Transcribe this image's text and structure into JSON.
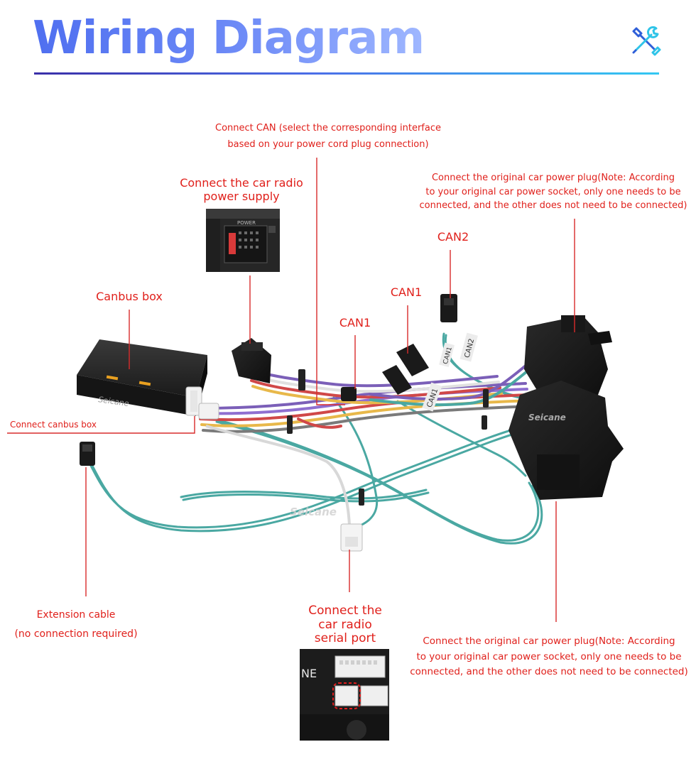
{
  "header": {
    "title": "Wiring Diagram",
    "icon": "tools-icon"
  },
  "labels": {
    "can_main_line1": "Connect CAN (select the corresponding interface",
    "can_main_line2": "based on your power cord plug connection)",
    "radio_power_line1": "Connect the car radio",
    "radio_power_line2": "power supply",
    "orig_top_line1": "Connect the original car power plug(Note: According",
    "orig_top_line2": "to your original car power socket, only one needs to be",
    "orig_top_line3": "connected, and the other does not need to be connected)",
    "can2": "CAN2",
    "can1_right": "CAN1",
    "can1_left": "CAN1",
    "canbus_box": "Canbus box",
    "connect_canbus_box": "Connect canbus box",
    "extension_line1": "Extension cable",
    "extension_line2": "(no connection required)",
    "serial_line1": "Connect the",
    "serial_line2": "car radio",
    "serial_line3": "serial port",
    "orig_bottom_line1": "Connect the original car power plug(Note: According",
    "orig_bottom_line2": "to your original car power socket, only one needs to be",
    "orig_bottom_line3": "connected, and the other does not need to be connected)"
  },
  "photo_text": {
    "power_socket_mark": "POWER",
    "serial_photo_mark": "NE",
    "brand_box": "Seicane",
    "brand_plug": "Seicane",
    "brand_wire": "Seicane",
    "tag_can1_a": "CAN1",
    "tag_can1_b": "CAN1",
    "tag_can2": "CAN2"
  },
  "colors": {
    "label_red": "#e0201b",
    "title_blue": "#5a78f2",
    "leader_red": "#d92b2b",
    "wire_teal": "#3fa3a0",
    "connector_black": "#1c1c1c"
  }
}
